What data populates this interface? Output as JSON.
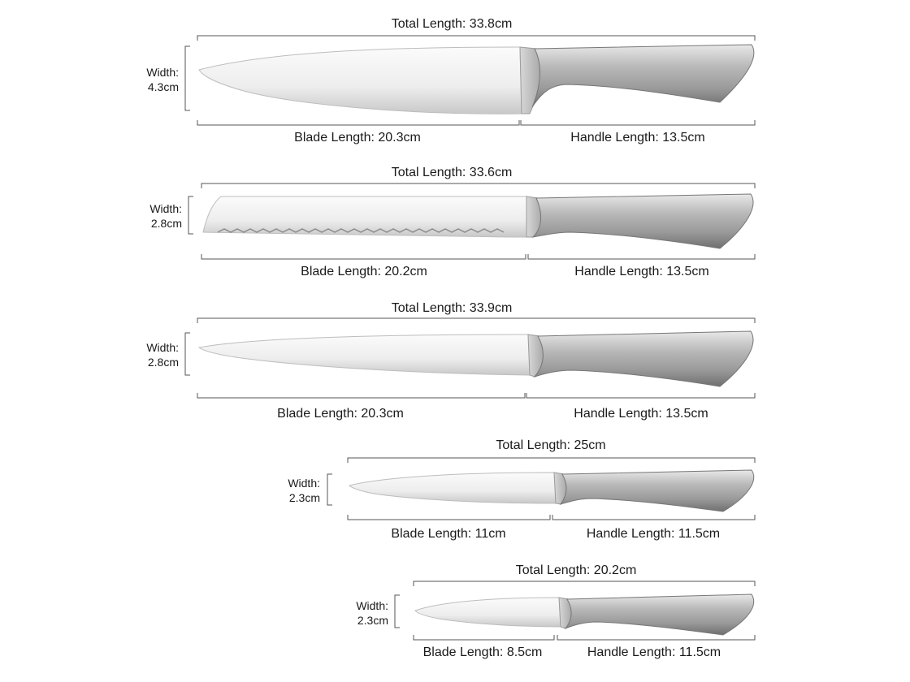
{
  "knives": [
    {
      "total_label": "Total Length: 33.8cm",
      "width_label": "Width:",
      "width_value": "4.3cm",
      "blade_label": "Blade Length: 20.3cm",
      "handle_label": "Handle Length: 13.5cm"
    },
    {
      "total_label": "Total Length: 33.6cm",
      "width_label": "Width:",
      "width_value": "2.8cm",
      "blade_label": "Blade Length: 20.2cm",
      "handle_label": "Handle Length: 13.5cm"
    },
    {
      "total_label": "Total Length: 33.9cm",
      "width_label": "Width:",
      "width_value": "2.8cm",
      "blade_label": "Blade Length: 20.3cm",
      "handle_label": "Handle Length: 13.5cm"
    },
    {
      "total_label": "Total Length: 25cm",
      "width_label": "Width:",
      "width_value": "2.3cm",
      "blade_label": "Blade Length: 11cm",
      "handle_label": "Handle Length: 11.5cm"
    },
    {
      "total_label": "Total Length: 20.2cm",
      "width_label": "Width:",
      "width_value": "2.3cm",
      "blade_label": "Blade Length: 8.5cm",
      "handle_label": "Handle Length: 11.5cm"
    }
  ],
  "colors": {
    "line": "#555555",
    "text": "#1a1a1a",
    "blade_light": "#f4f4f4",
    "blade_dark": "#c9c9c9",
    "handle_light": "#d6d6d6",
    "handle_dark": "#7a7a7a"
  }
}
